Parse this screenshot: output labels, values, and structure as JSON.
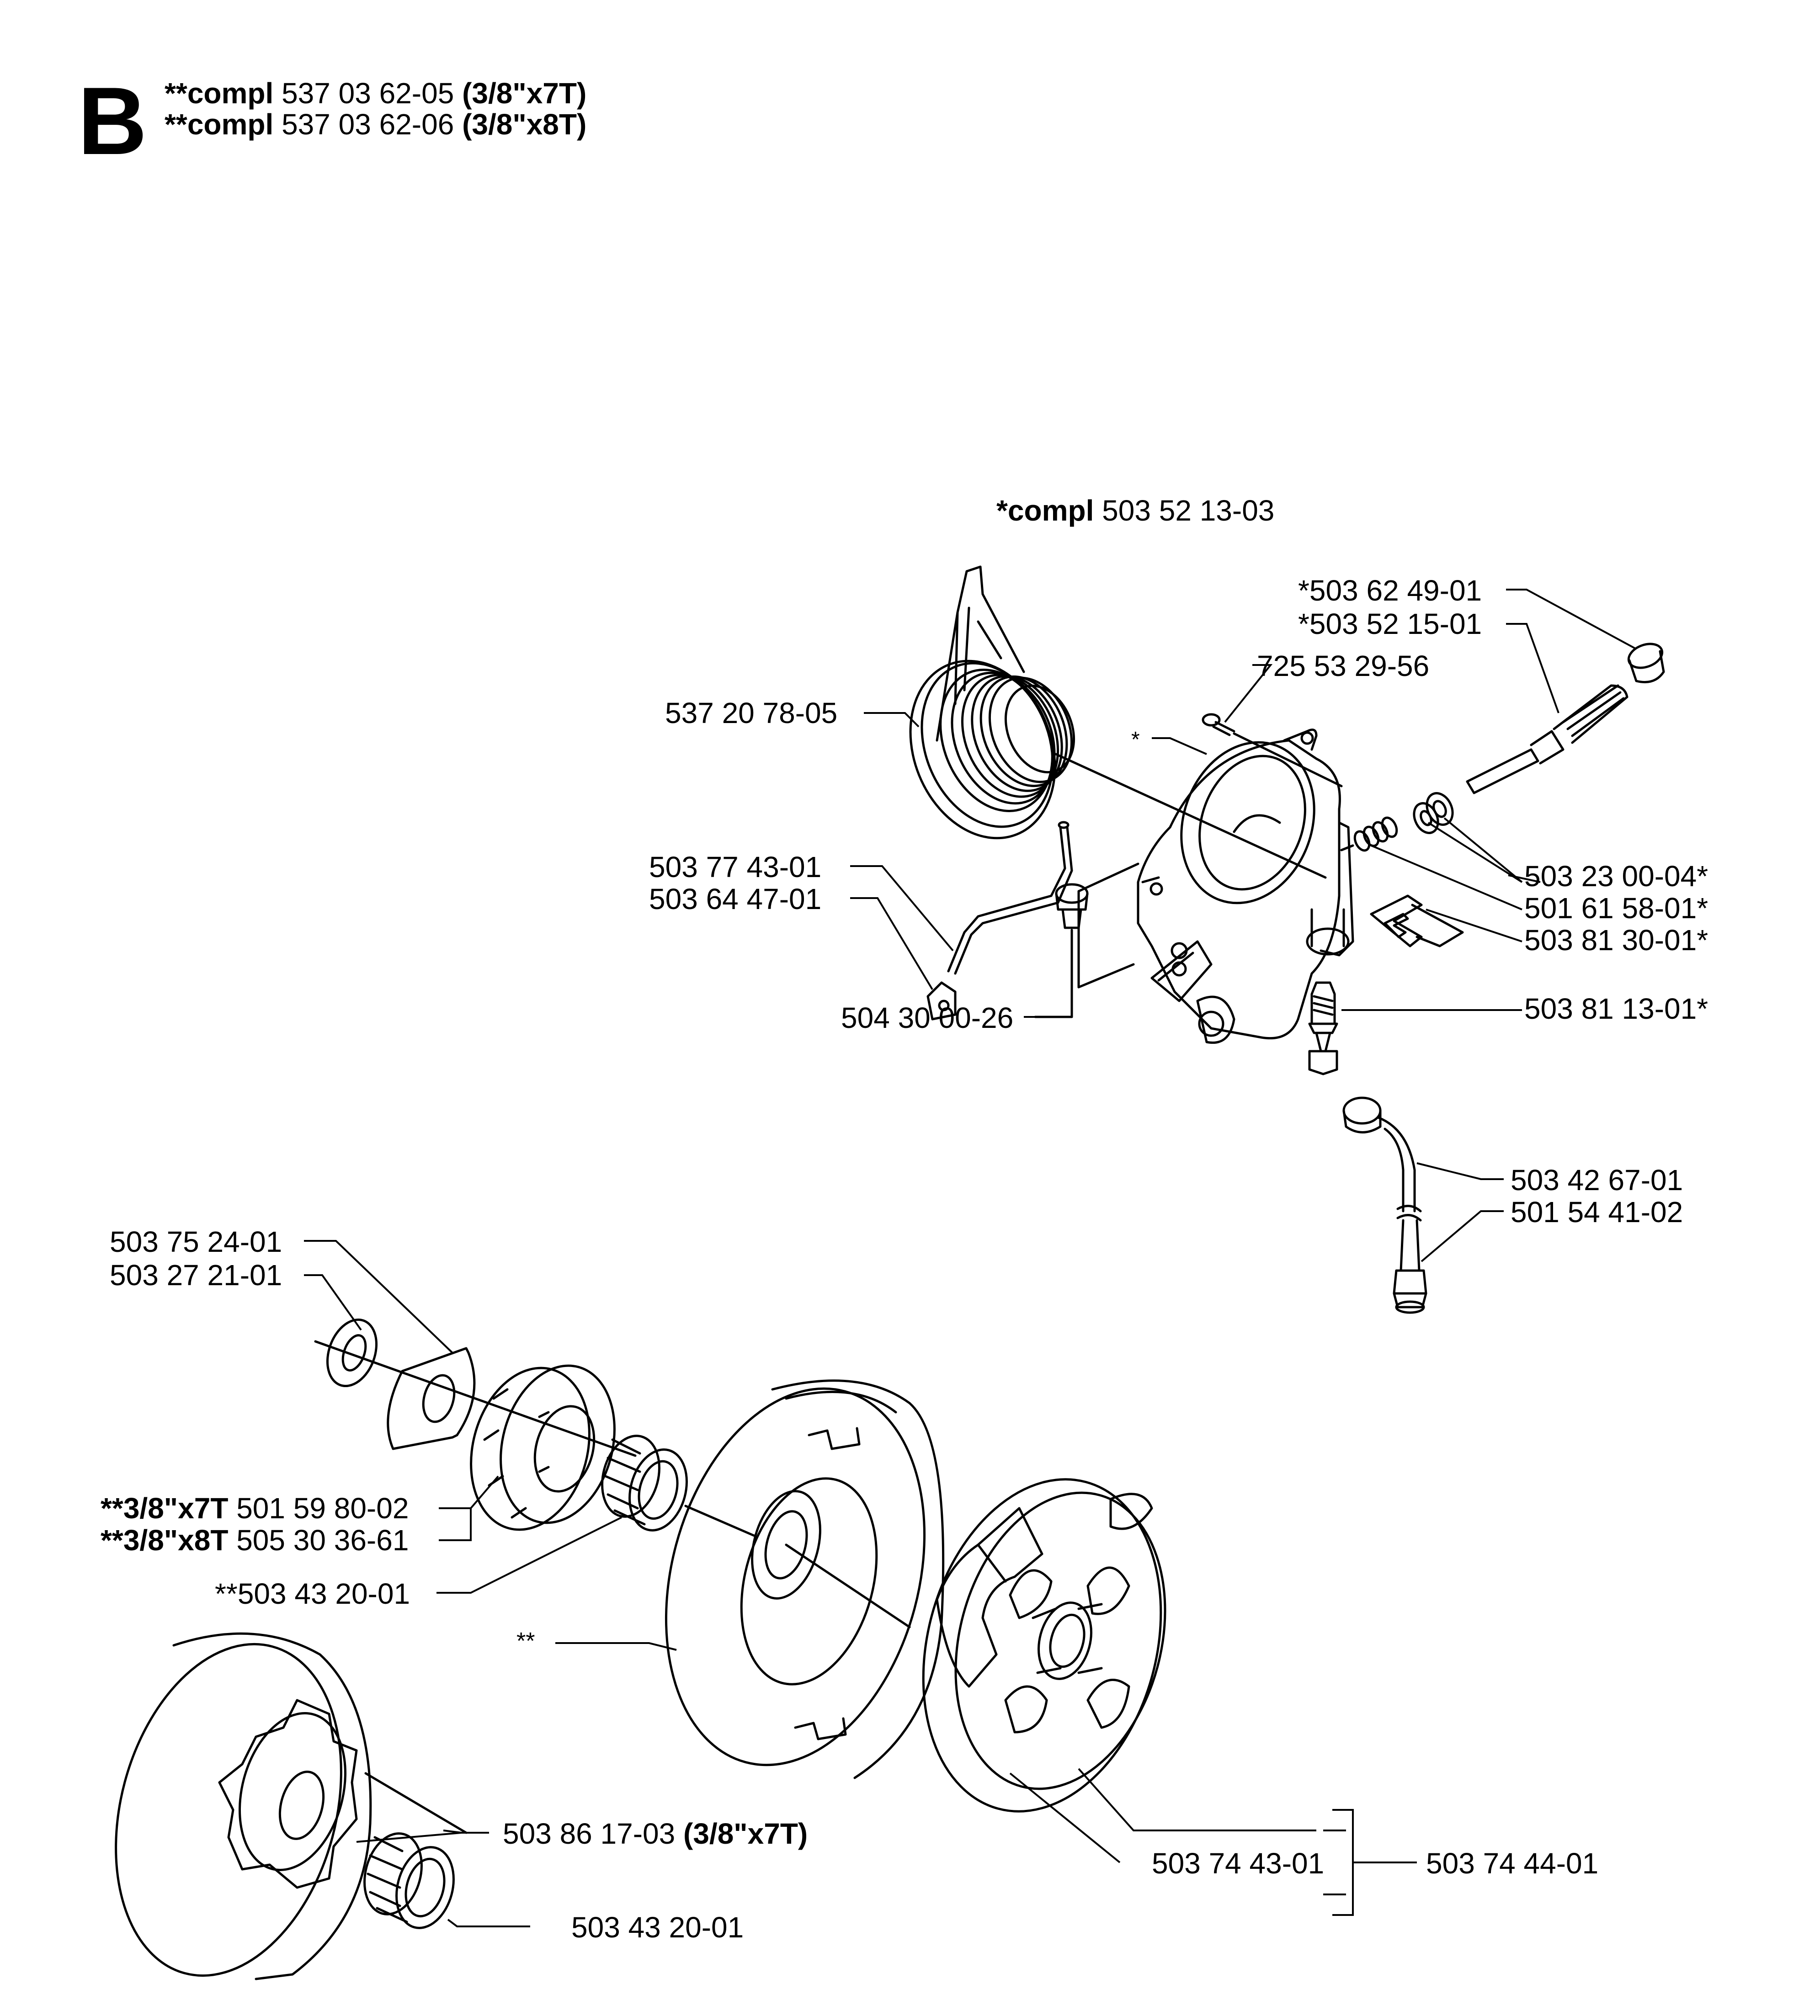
{
  "section": "B",
  "header": [
    {
      "prefix": "**compl",
      "number": "537 03 62-05",
      "variant": "(3/8\"x7T)"
    },
    {
      "prefix": "**compl",
      "number": "537 03 62-06",
      "variant": "(3/8\"x8T)"
    }
  ],
  "oil_pump_assembly": {
    "prefix": "*compl",
    "number": "503 52 13-03"
  },
  "labels": {
    "p503624901": "*503 62 49-01",
    "p503521501": "*503 52 15-01",
    "p725532956": "725 53 29-56",
    "p537207805": "537 20 78-05",
    "star": "*",
    "p503774301": "503 77 43-01",
    "p503644701": "503 64 47-01",
    "p503230004": "503 23 00-04*",
    "p501615801": "501 61 58-01*",
    "p503813001": "503 81 30-01*",
    "p504300026": "504 30 00-26",
    "p503811301": "503 81 13-01*",
    "p503426701": "503 42 67-01",
    "p501544102": "501 54 41-02",
    "p503752401": "503 75 24-01",
    "p503272101": "503 27 21-01",
    "rim7_prefix": "**3/8\"x7T",
    "rim7_number": "501 59 80-02",
    "rim8_prefix": "**3/8\"x8T",
    "rim8_number": "505 30 36-61",
    "p503432001a": "**503 43 20-01",
    "dstar": "**",
    "p503861703": "503 86 17-03",
    "p503861703_variant": "(3/8\"x7T)",
    "p503744301": "503 74 43-01",
    "p503744401": "503 74 44-01",
    "p503432001b": "503 43 20-01"
  }
}
